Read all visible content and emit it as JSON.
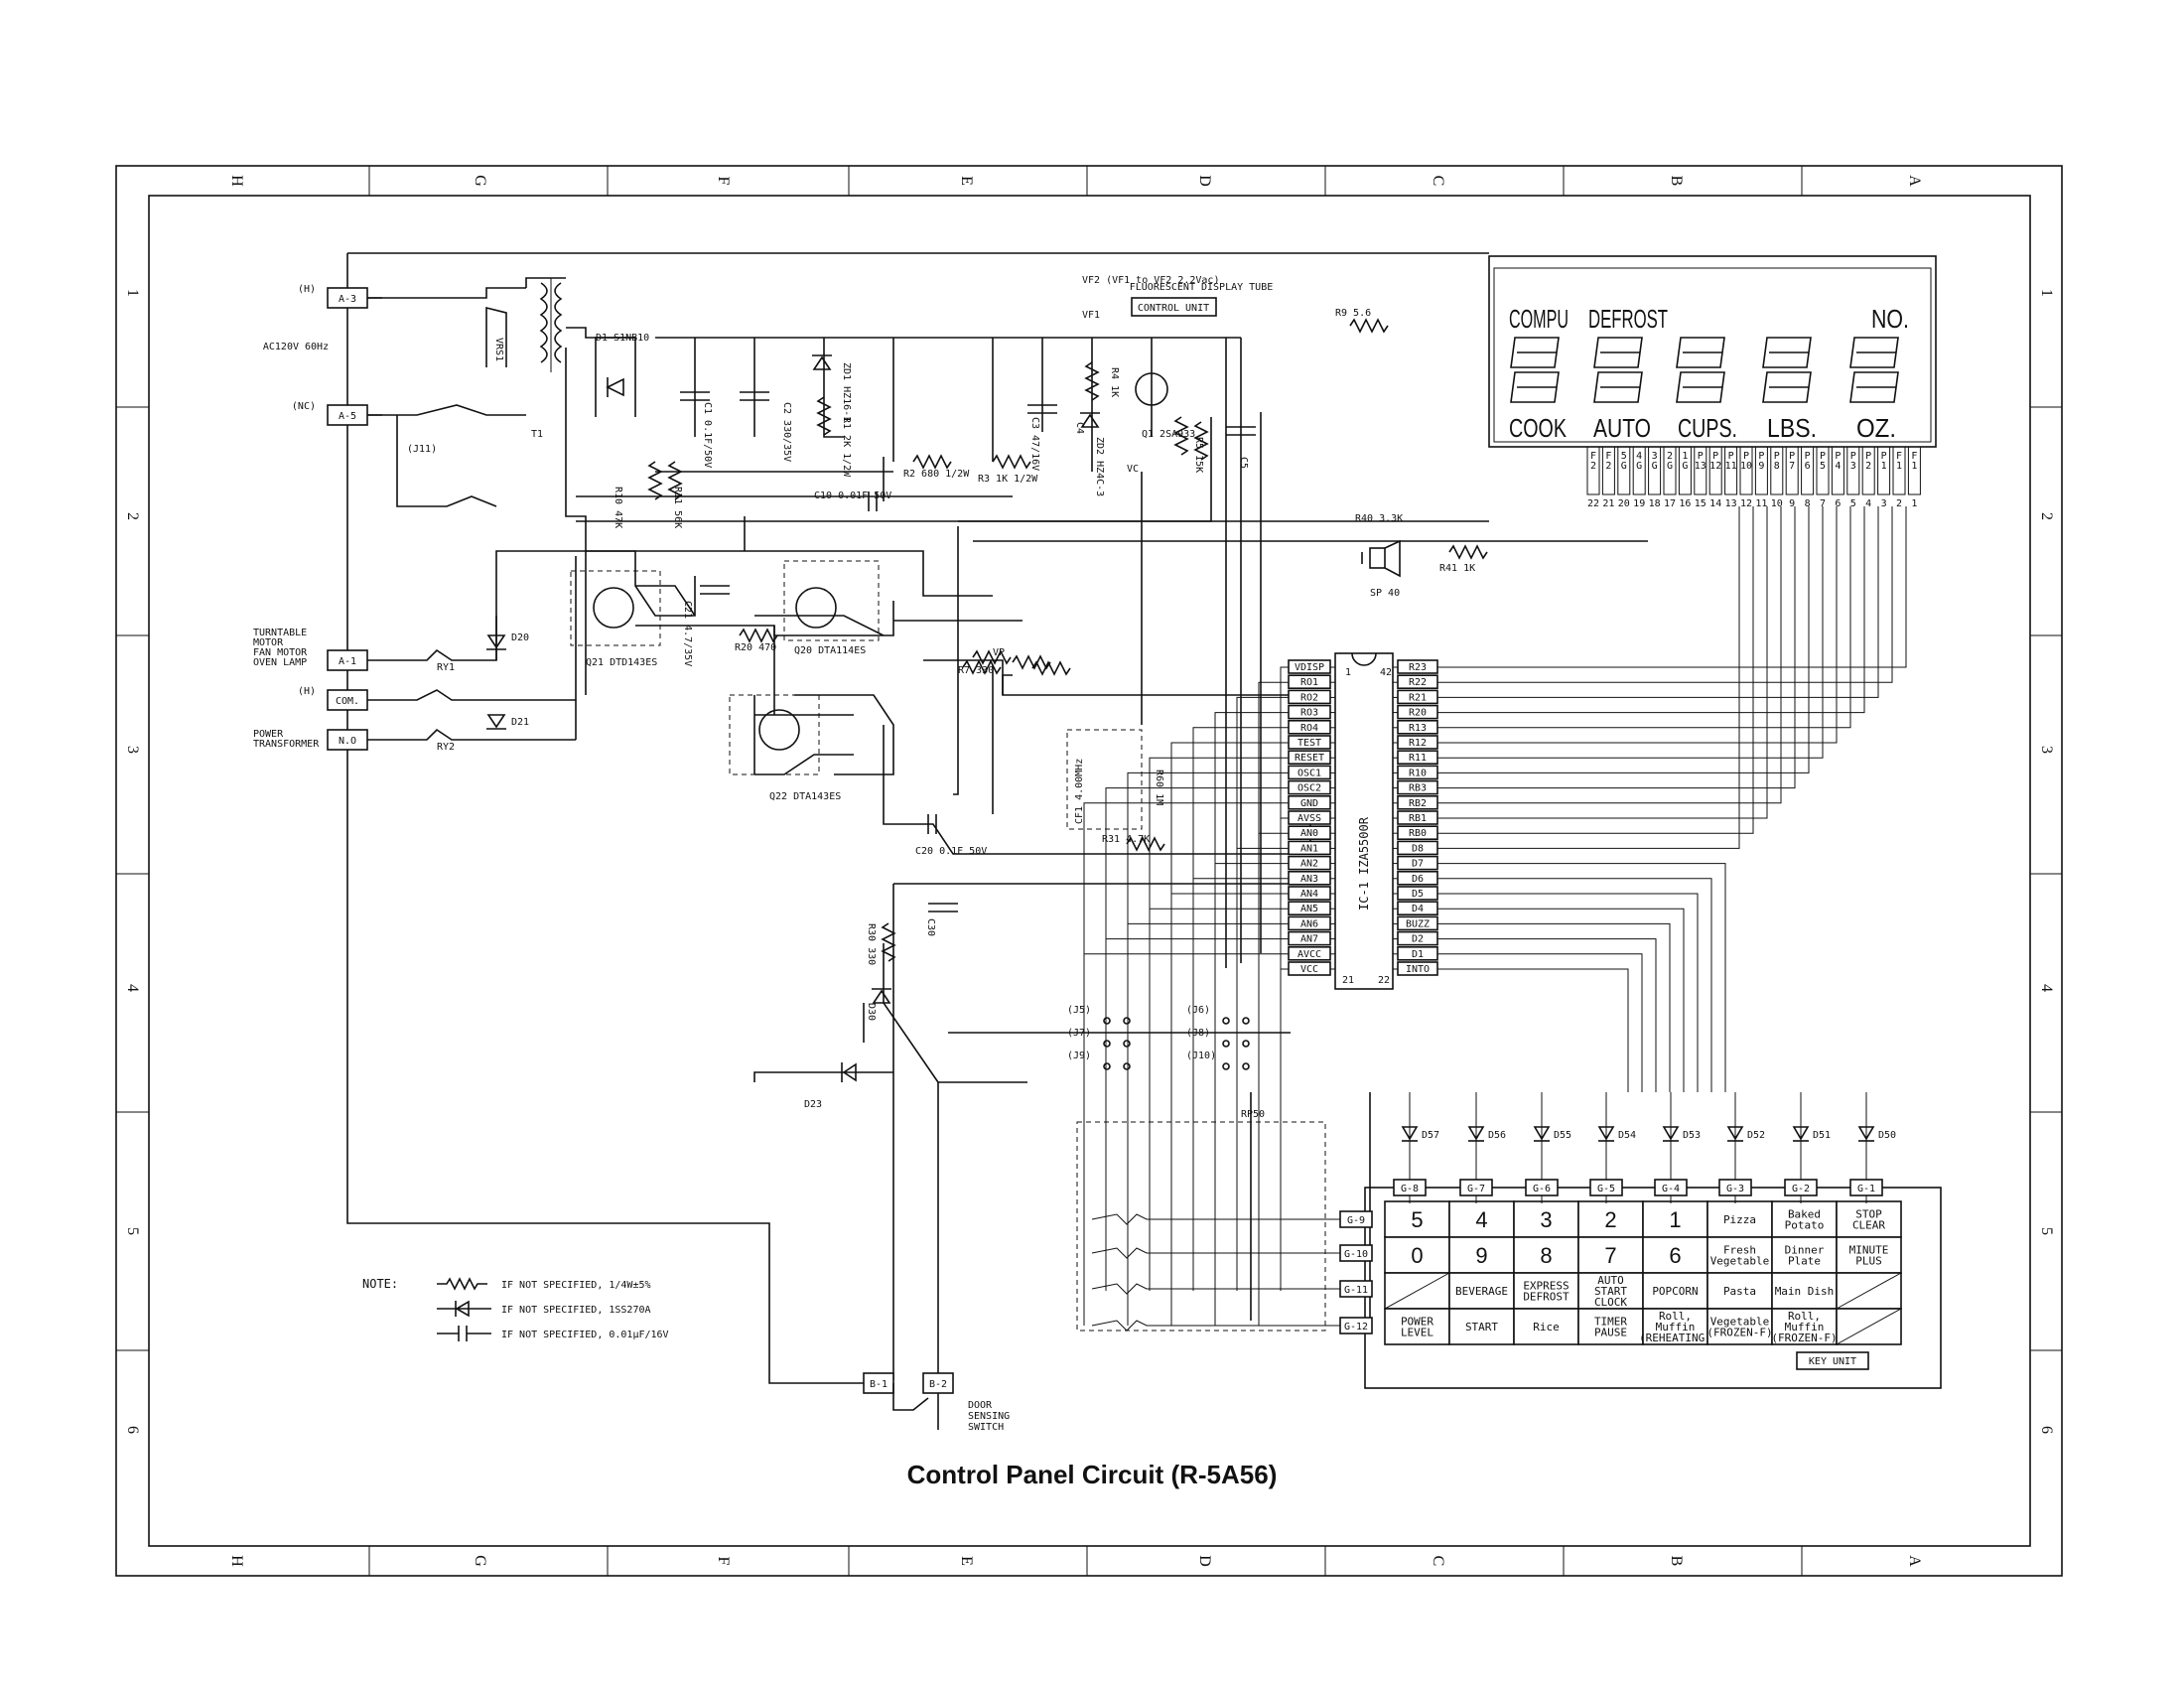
{
  "caption": "Control Panel Circuit (R-5A56)",
  "zones_top": [
    "H",
    "G",
    "F",
    "E",
    "D",
    "C",
    "B",
    "A"
  ],
  "zones_side": [
    "1",
    "2",
    "3",
    "4",
    "5",
    "6"
  ],
  "display": {
    "title": "FLUORESCENT DISPLAY TUBE",
    "top_words": [
      "COMPU",
      "DEFROST",
      "NO."
    ],
    "bottom_words": [
      "COOK",
      "AUTO",
      "CUPS.",
      "LBS.",
      "OZ."
    ],
    "pins_top": [
      "F2",
      "F2",
      "5G",
      "4G",
      "3G",
      "2G",
      "1G",
      "P13",
      "P12",
      "P11",
      "P10",
      "P9",
      "P8",
      "P7",
      "P6",
      "P5",
      "P4",
      "P3",
      "P2",
      "P1",
      "F1",
      "F1"
    ],
    "pins_num": [
      "22",
      "21",
      "20",
      "19",
      "18",
      "17",
      "16",
      "15",
      "14",
      "13",
      "12",
      "11",
      "10",
      "9",
      "8",
      "7",
      "6",
      "5",
      "4",
      "3",
      "2",
      "1"
    ]
  },
  "ic": {
    "name": "IC-1  IZA5500R",
    "left_pins": [
      "VDISP",
      "RO1",
      "RO2",
      "RO3",
      "RO4",
      "TEST",
      "RESET",
      "OSC1",
      "OSC2",
      "GND",
      "AVSS",
      "AN0",
      "AN1",
      "AN2",
      "AN3",
      "AN4",
      "AN5",
      "AN6",
      "AN7",
      "AVCC",
      "VCC"
    ],
    "right_pins": [
      "R23",
      "R22",
      "R21",
      "R20",
      "R13",
      "R12",
      "R11",
      "R10",
      "RB3",
      "RB2",
      "RB1",
      "RB0",
      "D8",
      "D7",
      "D6",
      "D5",
      "D4",
      "BUZZ",
      "D2",
      "D1",
      "INTO"
    ],
    "pin1": "1",
    "pin42": "42",
    "pin21": "21",
    "pin22": "22"
  },
  "connectors": {
    "left": [
      {
        "id": "A-3",
        "tag": "(H)"
      },
      {
        "id": "A-5",
        "tag": "(NC)"
      },
      {
        "id": "A-1",
        "tag": ""
      },
      {
        "id": "COM.",
        "tag": "(H)"
      },
      {
        "id": "N.O",
        "tag": ""
      }
    ],
    "bottom": [
      "B-1",
      "B-2"
    ],
    "grids": [
      "G-8",
      "G-7",
      "G-6",
      "G-5",
      "G-4",
      "G-3",
      "G-2",
      "G-1"
    ],
    "rows": [
      "G-9",
      "G-10",
      "G-11",
      "G-12"
    ]
  },
  "labels": {
    "ac": "AC120V 60Hz",
    "vf2": "VF2 (VF1 to VF2 2.2Vac)",
    "vf1": "VF1",
    "control_unit": "CONTROL UNIT",
    "vc": "VC",
    "vp": "VP",
    "turntable": [
      "TURNTABLE",
      "MOTOR",
      "FAN MOTOR",
      "OVEN LAMP"
    ],
    "power_transformer": [
      "POWER",
      "TRANSFORMER"
    ],
    "door": [
      "DOOR",
      "SENSING",
      "SWITCH"
    ],
    "key_unit": "KEY UNIT",
    "cf": "CF1 4.00MHz",
    "rp": "RP50"
  },
  "components": {
    "D1": "D1 S1NB10",
    "T1": "T1",
    "VRS1": "VRS1",
    "J11": "(J11)",
    "RY1": "RY1",
    "RY2": "RY2",
    "D20": "D20",
    "D21": "D21",
    "D23": "D23",
    "D30": "D30",
    "Q20": "Q20 DTA114ES",
    "Q21": "Q21 DTD143ES",
    "Q22": "Q22 DTA143ES",
    "Q1": "Q1 2SA933",
    "R1": "R1 2K 1/2W",
    "R2": "R2 680 1/2W",
    "R3": "R3 1K 1/2W",
    "R4": "R4 1K",
    "R5": "R5 15K",
    "R7": "R7 330",
    "R9": "R9 5.6",
    "R10": "R10 47K",
    "R11": "R11 56K",
    "R20": "R20 470",
    "R30": "R30 330",
    "R31": "R31 4.7K",
    "R40": "R40 3.3K",
    "R41": "R41 1K",
    "R60": "R60 1M",
    "C1": "C1 0.1F/50V",
    "C2": "C2 330/35V",
    "C3": "C3 47/16V",
    "C4": "C4",
    "C5": "C5",
    "C10": "C10 0.01F 50V",
    "C20": "C20 0.1F 50V",
    "C21": "C21 4.7/35V",
    "C30": "C30",
    "ZD1": "ZD1 HZ16-1",
    "ZD2": "ZD2 HZ4C-3",
    "SP40": "SP 40",
    "jumpers": [
      "(J5)",
      "(J6)",
      "(J7)",
      "(J8)",
      "(J9)",
      "(J10)"
    ],
    "key_diodes": [
      "D57",
      "D56",
      "D55",
      "D54",
      "D53",
      "D52",
      "D51",
      "D50"
    ]
  },
  "keypad": [
    [
      "5",
      "4",
      "3",
      "2",
      "1",
      "Pizza",
      "Baked Potato",
      "STOP CLEAR"
    ],
    [
      "0",
      "9",
      "8",
      "7",
      "6",
      "Fresh Vegetable",
      "Dinner Plate",
      "MINUTE PLUS"
    ],
    [
      "",
      "BEVERAGE",
      "EXPRESS DEFROST",
      "AUTO START CLOCK",
      "POPCORN",
      "Pasta",
      "Main Dish",
      ""
    ],
    [
      "POWER LEVEL",
      "START",
      "Rice",
      "TIMER PAUSE",
      "Roll, Muffin (REHEATING)",
      "Vegetable (FROZEN-F)",
      "Roll, Muffin (FROZEN-F)",
      ""
    ]
  ],
  "note": {
    "title": "NOTE:",
    "lines": [
      "IF NOT SPECIFIED, 1/4W±5%",
      "IF NOT SPECIFIED, 1SS270A",
      "IF NOT SPECIFIED, 0.01µF/16V"
    ]
  }
}
